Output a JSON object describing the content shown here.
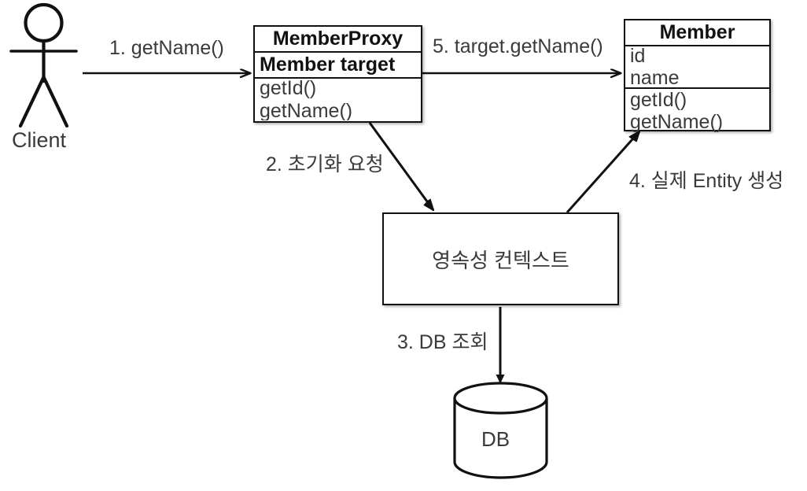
{
  "diagram": {
    "actor": {
      "name": "Client",
      "icon": "stick-figure-actor-icon"
    },
    "classes": [
      {
        "key": "member_proxy",
        "title": "MemberProxy",
        "attributes": [
          "Member target"
        ],
        "methods": [
          "getId()",
          "getName()"
        ]
      },
      {
        "key": "member",
        "title": "Member",
        "attributes": [
          "id",
          "name"
        ],
        "methods": [
          "getId()",
          "getName()"
        ]
      }
    ],
    "nodes": {
      "persistence_context": "영속성 컨텍스트",
      "database": "DB"
    },
    "edges": [
      {
        "key": "e1",
        "label": "1. getName()"
      },
      {
        "key": "e2",
        "label": "2. 초기화 요청"
      },
      {
        "key": "e3",
        "label": "3. DB 조회"
      },
      {
        "key": "e4",
        "label": "4. 실제 Entity 생성"
      },
      {
        "key": "e5",
        "label": "5. target.getName()"
      }
    ],
    "colors": {
      "stroke": "#111111",
      "text": "#3a3a3a",
      "background": "#ffffff"
    }
  }
}
